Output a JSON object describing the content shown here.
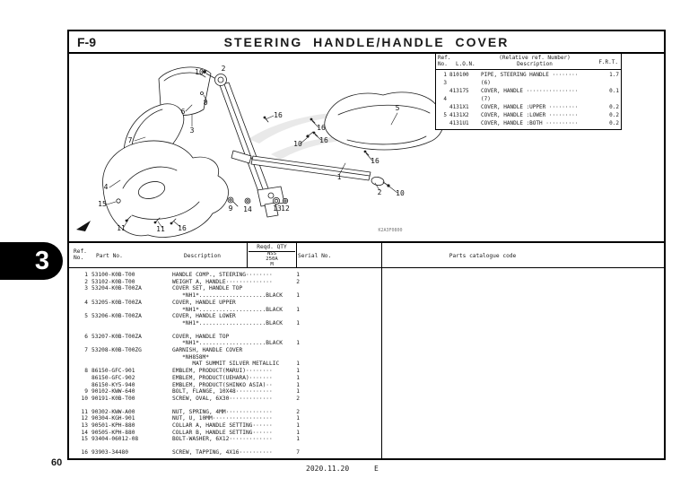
{
  "page": {
    "code": "F-9",
    "title": "STEERING HANDLE/HANDLE COVER",
    "tab_number": "3",
    "page_number": "60",
    "footer_date": "2020.11.20",
    "footer_rev": "E"
  },
  "ref_table": {
    "headers": {
      "ref": "Ref.\nNo.",
      "lon": "L.O.N.",
      "desc_top": "(Relative ref. Number)",
      "desc_bottom": "Description",
      "frt": "F.R.T."
    },
    "rows": [
      {
        "ref": "1",
        "lon": "810100",
        "desc": "PIPE, STEERING HANDLE ········",
        "frt": "1.7"
      },
      {
        "ref": "3",
        "lon": "",
        "desc": "(6)",
        "frt": ""
      },
      {
        "ref": "",
        "lon": "413175",
        "desc": "COVER, HANDLE ················",
        "frt": "0.1"
      },
      {
        "ref": "4",
        "lon": "",
        "desc": "(7)",
        "frt": ""
      },
      {
        "ref": "",
        "lon": "4131X1",
        "desc": "COVER, HANDLE :UPPER ·········",
        "frt": "0.2"
      },
      {
        "ref": "5",
        "lon": "4131X2",
        "desc": "COVER, HANDLE :LOWER ·········",
        "frt": "0.2"
      },
      {
        "ref": "",
        "lon": "4131U1",
        "desc": "COVER, HANDLE :BOTH ··········",
        "frt": "0.2"
      }
    ]
  },
  "parts_table": {
    "headers": {
      "ref": "Ref.\nNo.",
      "part": "Part No.",
      "desc": "Description",
      "qty": "Reqd. QTY",
      "qty_sub": "NSS\n250A\nM",
      "serial": "Serial No.",
      "catalogue": "Parts catalogue code"
    },
    "rows": [
      {
        "ref": "1",
        "part": "53100-K0B-T00",
        "desc": "HANDLE COMP., STEERING········",
        "qty": "1"
      },
      {
        "ref": "2",
        "part": "53102-K0B-T00",
        "desc": "WEIGHT A, HANDLE··············",
        "qty": "2"
      },
      {
        "ref": "3",
        "part": "53204-K0B-T00ZA",
        "desc": "COVER SET, HANDLE TOP",
        "qty": ""
      },
      {
        "ref": "",
        "part": "",
        "desc": "   *NH1*....................BLACK",
        "qty": "1"
      },
      {
        "ref": "4",
        "part": "53205-K0B-T00ZA",
        "desc": "COVER, HANDLE UPPER",
        "qty": ""
      },
      {
        "ref": "",
        "part": "",
        "desc": "   *NH1*....................BLACK",
        "qty": "1"
      },
      {
        "ref": "5",
        "part": "53206-K0B-T00ZA",
        "desc": "COVER, HANDLE LOWER",
        "qty": ""
      },
      {
        "ref": "",
        "part": "",
        "desc": "   *NH1*....................BLACK",
        "qty": "1"
      },
      {
        "ref": "6",
        "part": "53207-K0B-T00ZA",
        "desc": "COVER, HANDLE TOP",
        "qty": ""
      },
      {
        "ref": "",
        "part": "",
        "desc": "   *NH1*....................BLACK",
        "qty": "1"
      },
      {
        "ref": "7",
        "part": "53208-K0B-T00ZG",
        "desc": "GARNISH, HANDLE COVER",
        "qty": ""
      },
      {
        "ref": "",
        "part": "",
        "desc": "   *NH858M*",
        "qty": ""
      },
      {
        "ref": "",
        "part": "",
        "desc": "      MAT SUMMIT SILVER METALLIC",
        "qty": "1"
      },
      {
        "ref": "8",
        "part": "86150-GFC-901",
        "desc": "EMBLEM, PRODUCT(MARUI)········",
        "qty": "1"
      },
      {
        "ref": "",
        "part": "86150-GFC-902",
        "desc": "EMBLEM, PRODUCT(UEHARA)·······",
        "qty": "1"
      },
      {
        "ref": "",
        "part": "86150-KY5-940",
        "desc": "EMBLEM, PRODUCT(SHINKO ASIA)··",
        "qty": "1"
      },
      {
        "ref": "9",
        "part": "90102-KWW-640",
        "desc": "BOLT, FLANGE, 10X48···········",
        "qty": "1"
      },
      {
        "ref": "10",
        "part": "90191-K0B-T00",
        "desc": "SCREW, OVAL, 6X30·············",
        "qty": "2"
      },
      {
        "ref": "11",
        "part": "90302-KWW-A00",
        "desc": "NUT, SPRING, 4MM··············",
        "qty": "2"
      },
      {
        "ref": "12",
        "part": "90304-KGH-901",
        "desc": "NUT, U, 10MM··················",
        "qty": "1"
      },
      {
        "ref": "13",
        "part": "90501-KPH-880",
        "desc": "COLLAR A, HANDLE SETTING······",
        "qty": "1"
      },
      {
        "ref": "14",
        "part": "90505-KPH-880",
        "desc": "COLLAR B, HANDLE SETTING······",
        "qty": "1"
      },
      {
        "ref": "15",
        "part": "93404-06012-08",
        "desc": "BOLT-WASHER, 6X12·············",
        "qty": "1"
      },
      {
        "ref": "16",
        "part": "93903-34480",
        "desc": "SCREW, TAPPING, 4X16··········",
        "qty": "7"
      }
    ]
  },
  "diagram": {
    "code": "K2A3F0800",
    "callouts": [
      "10",
      "2",
      "16",
      "8",
      "6",
      "3",
      "7",
      "16",
      "16",
      "10",
      "5",
      "16",
      "1",
      "2",
      "10",
      "4",
      "15",
      "9",
      "14",
      "13",
      "12",
      "11",
      "11",
      "16"
    ]
  }
}
